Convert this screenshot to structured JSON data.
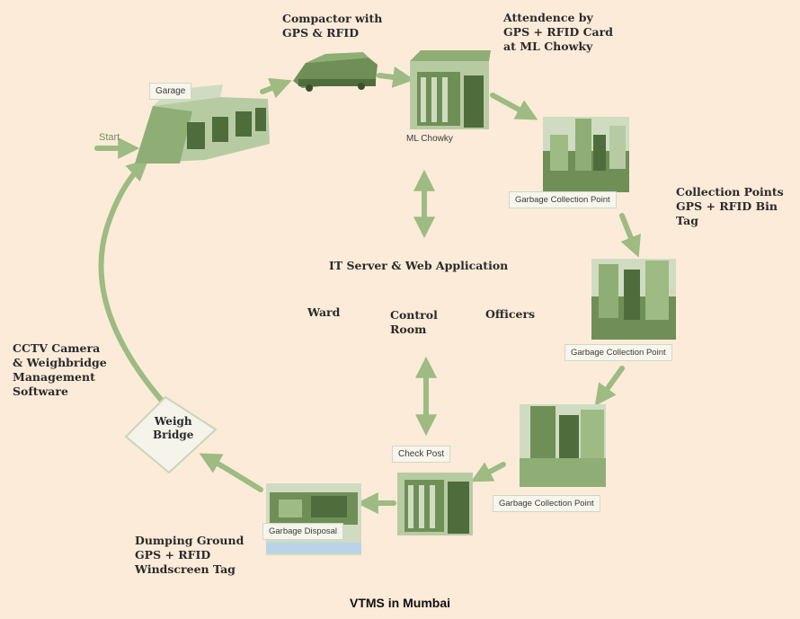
{
  "nodes": {
    "garage": "Garage",
    "ml_chowky": "ML Chowky",
    "gcp_1": "Garbage Collection Point",
    "gcp_2": "Garbage Collection Point",
    "gcp_3": "Garbage Collection Point",
    "check_post": "Check Post",
    "garbage_disposal": "Garbage Disposal",
    "weigh_bridge": "Weigh\nBridge",
    "start": "Start"
  },
  "annotations": {
    "compactor": "Compactor with\nGPS & RFID",
    "attendance": "Attendence by\nGPS + RFID Card\nat ML Chowky",
    "collection_points": "Collection Points\nGPS + RFID Bin\nTag",
    "it_server": "IT Server & Web Application",
    "ward": "Ward",
    "control_room": "Control\nRoom",
    "officers": "Officers",
    "cctv": "CCTV Camera\n& Weighbridge\nManagement\nSoftware",
    "dumping": "Dumping Ground\nGPS + RFID\nWindscreen Tag"
  },
  "caption": "VTMS in Mumbai",
  "colors": {
    "background": "#fcebd9",
    "arrow": "#9dbb82",
    "building": "#6f8f57",
    "building_dark": "#4f6d3c",
    "building_light": "#b7cba3"
  }
}
